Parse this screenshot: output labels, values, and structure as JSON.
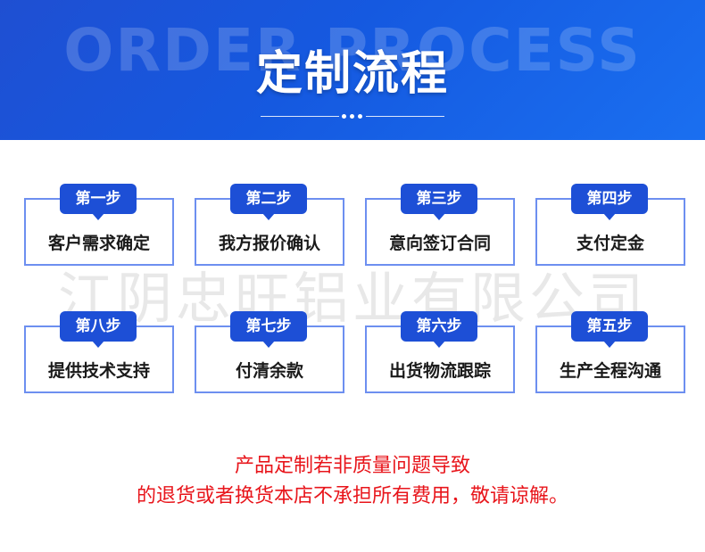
{
  "header": {
    "bg_text": "ORDER PROCESS",
    "title": "定制流程"
  },
  "steps": [
    {
      "badge": "第一步",
      "label": "客户需求确定"
    },
    {
      "badge": "第二步",
      "label": "我方报价确认"
    },
    {
      "badge": "第三步",
      "label": "意向签订合同"
    },
    {
      "badge": "第四步",
      "label": "支付定金"
    },
    {
      "badge": "第八步",
      "label": "提供技术支持"
    },
    {
      "badge": "第七步",
      "label": "付清余款"
    },
    {
      "badge": "第六步",
      "label": "出货物流跟踪"
    },
    {
      "badge": "第五步",
      "label": "生产全程沟通"
    }
  ],
  "watermark": "江阴忠旺铝业有限公司",
  "notice": {
    "line1": "产品定制若非质量问题导致",
    "line2": "的退货或者换货本店不承担所有费用，敬请谅解。"
  },
  "colors": {
    "header_bg": "#1559e0",
    "badge": "#1d4fd6",
    "box_border": "#6d8ff0",
    "notice": "#e8151b"
  }
}
